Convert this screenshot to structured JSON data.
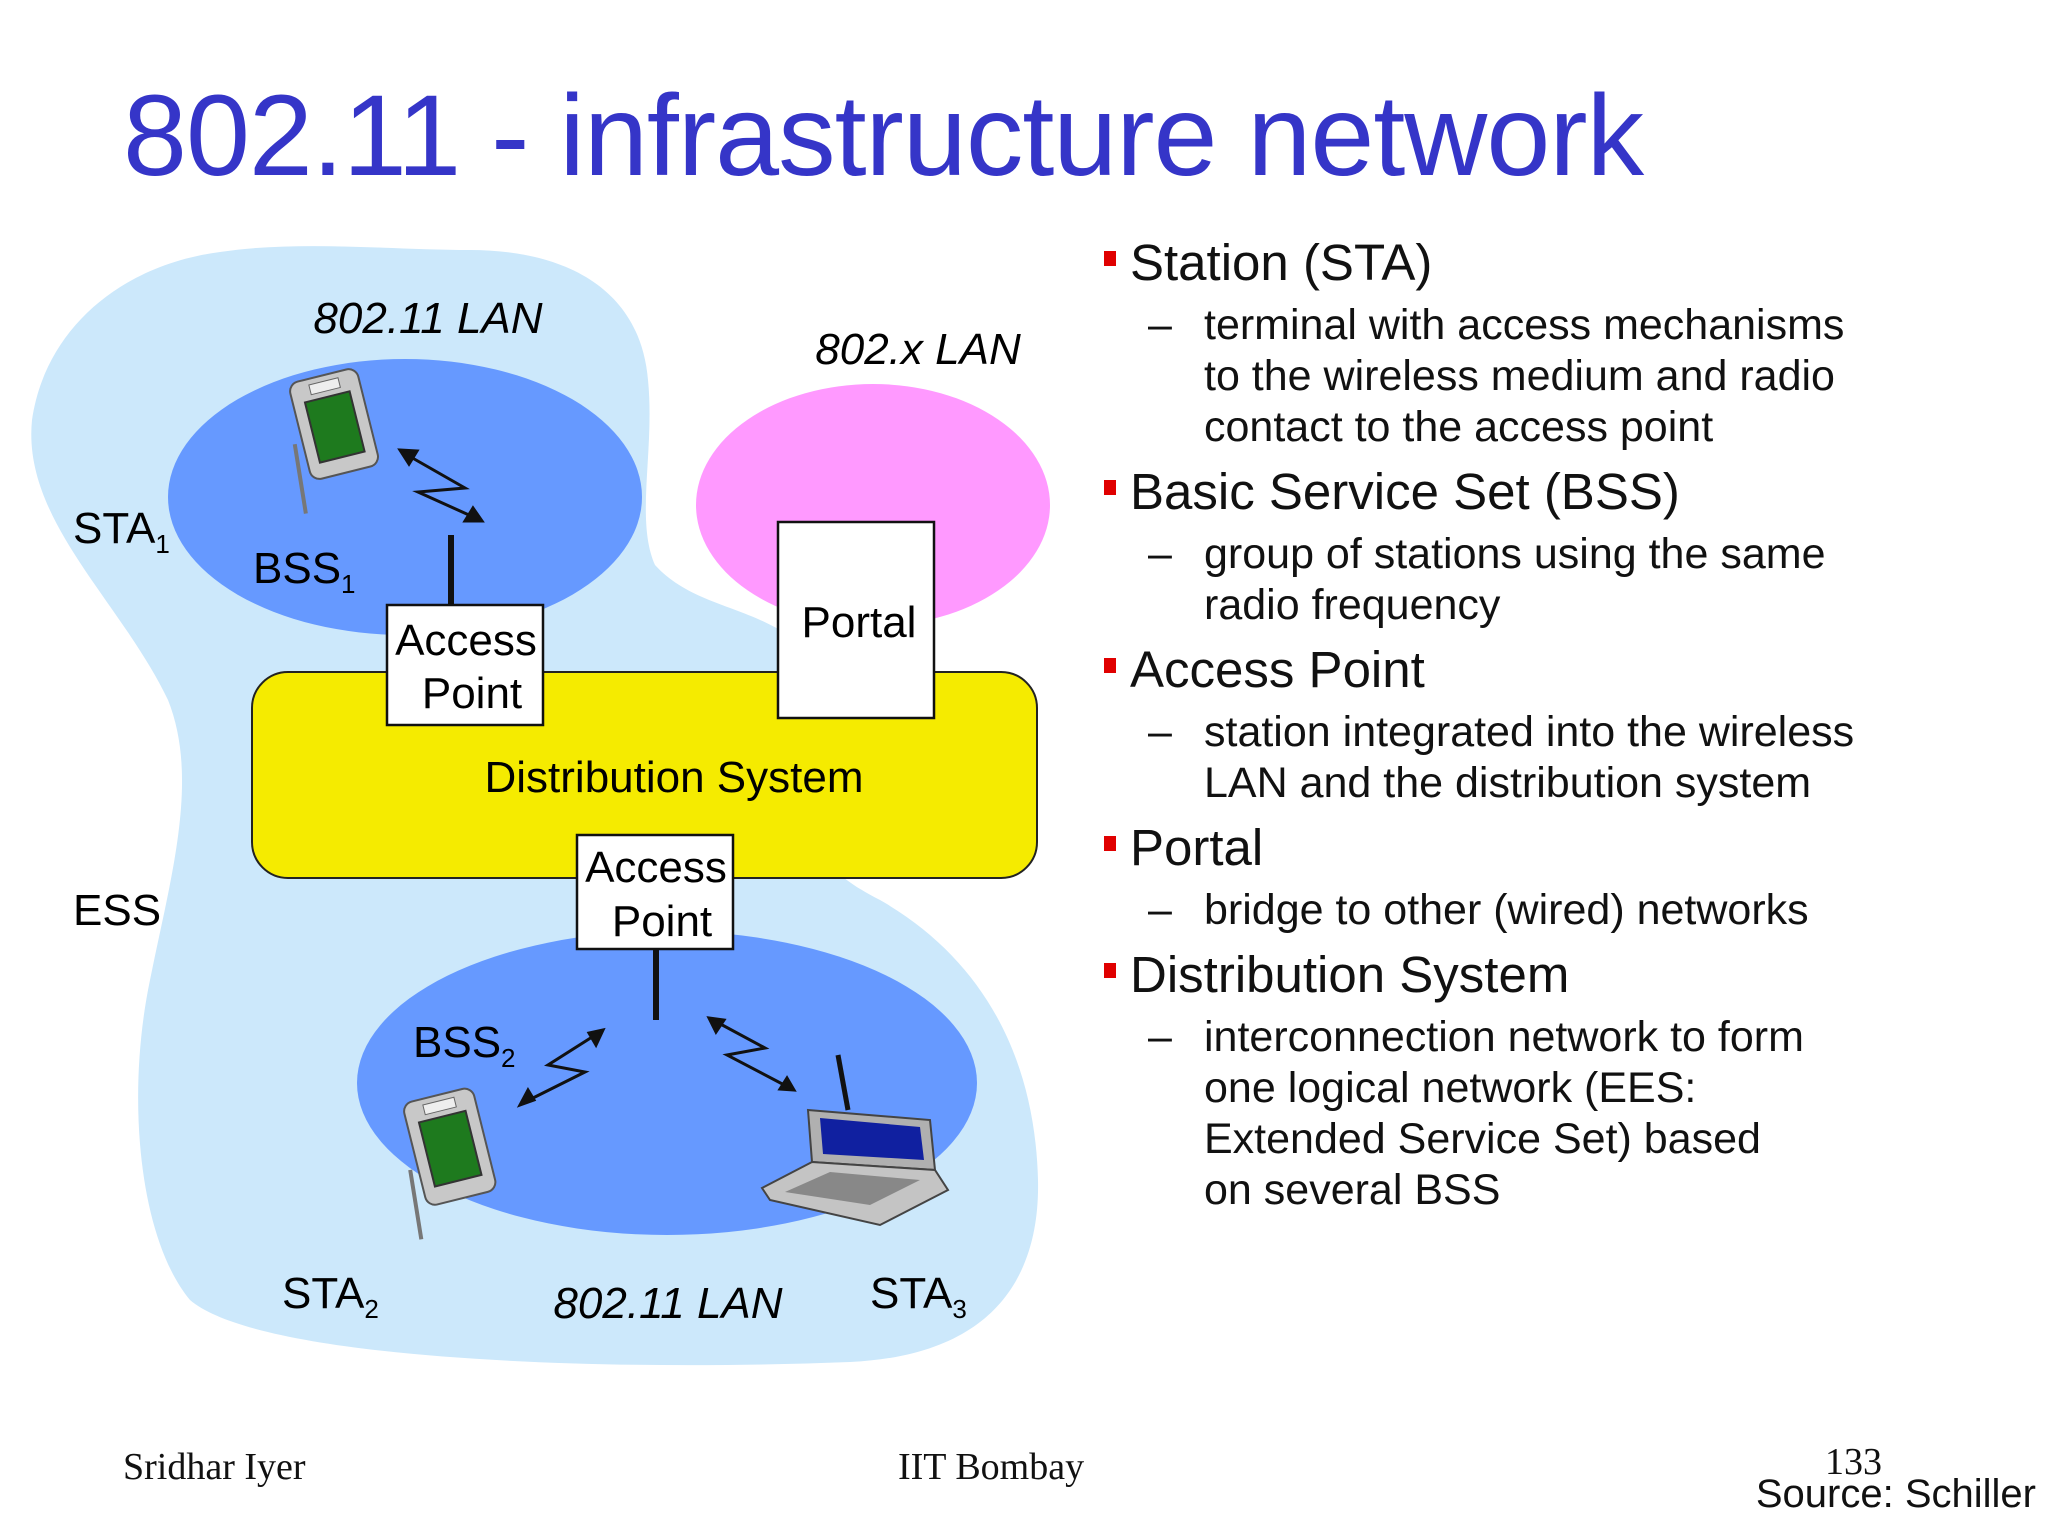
{
  "title": "802.11 - infrastructure network",
  "diagram": {
    "lan_top": "802.11 LAN",
    "lan_x": "802.x LAN",
    "lan_bottom": "802.11 LAN",
    "sta1": "STA",
    "sta1_sub": "1",
    "bss1": "BSS",
    "bss1_sub": "1",
    "bss2": "BSS",
    "bss2_sub": "2",
    "sta2": "STA",
    "sta2_sub": "2",
    "sta3": "STA",
    "sta3_sub": "3",
    "ess": "ESS",
    "ap_top_line1": "Access",
    "ap_top_line2": "Point",
    "ap_bottom_line1": "Access",
    "ap_bottom_line2": "Point",
    "portal": "Portal",
    "distribution_system": "Distribution System",
    "colors": {
      "ess": "#cce8fb",
      "bss": "#6699ff",
      "lan_x": "#ff99ff",
      "distribution_system": "#f5eb00",
      "bullet": "#e00000",
      "title": "#3535c8"
    }
  },
  "bullets": [
    {
      "title": "Station (STA)",
      "desc": [
        "terminal with access mechanisms",
        "to the wireless medium and radio",
        "contact to the access point"
      ]
    },
    {
      "title": "Basic Service Set (BSS)",
      "desc": [
        "group of stations using the same",
        "radio frequency"
      ]
    },
    {
      "title": "Access Point",
      "desc": [
        "station integrated into the wireless",
        "LAN and the distribution system"
      ]
    },
    {
      "title": "Portal",
      "desc": [
        "bridge to other (wired) networks"
      ]
    },
    {
      "title": "Distribution System",
      "desc": [
        "interconnection network to form",
        "one logical network (EES:",
        "Extended Service Set) based",
        "on several BSS"
      ]
    }
  ],
  "dash": "–",
  "footer": {
    "author": "Sridhar Iyer",
    "institution": "IIT Bombay",
    "page": "133",
    "source": "Source: Schiller"
  }
}
